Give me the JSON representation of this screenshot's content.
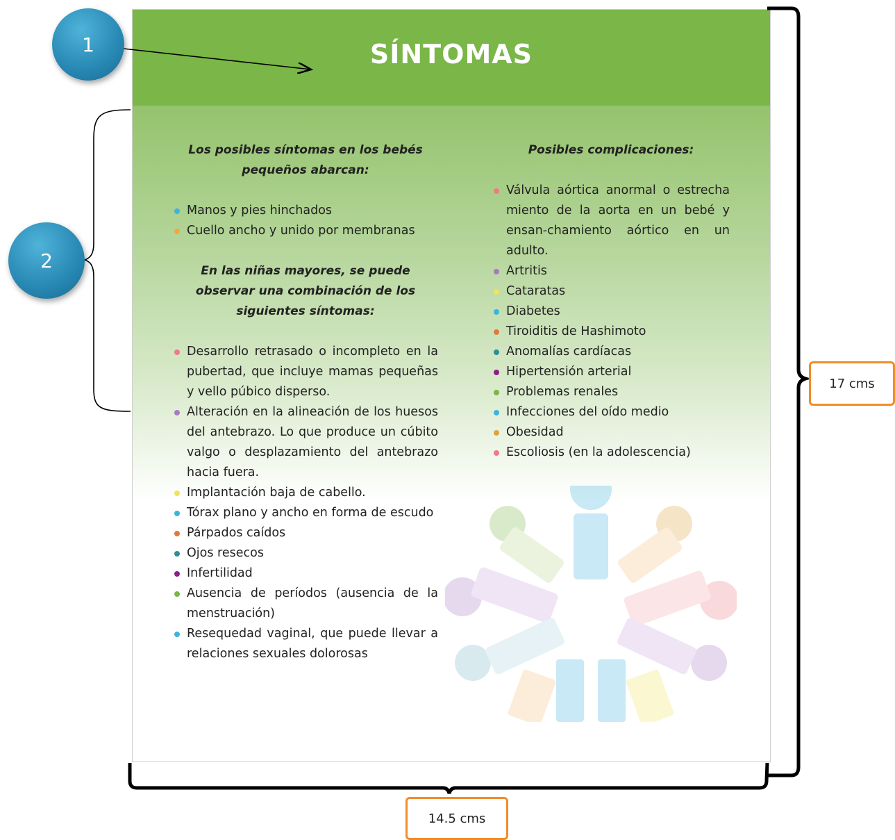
{
  "title": "SÍNTOMAS",
  "left_column": {
    "heading_1": "Los posibles síntomas en los bebés pequeños abarcan:",
    "items_1": [
      {
        "text": "Manos y pies hinchados",
        "color": "#3db4dc"
      },
      {
        "text": "Cuello ancho y unido por membranas",
        "color": "#f2a93b"
      }
    ],
    "heading_2": "En las niñas mayores, se puede observar una combinación de los siguientes síntomas:",
    "items_2": [
      {
        "text": "Desarrollo retrasado o incompleto en la pubertad, que incluye mamas pequeñas y vello púbico disperso.",
        "color": "#f07a86"
      },
      {
        "text": "Alteración en la alineación de los huesos del antebrazo. Lo que produce un cúbito valgo o desplazamiento del antebrazo hacia fuera.",
        "color": "#a77bbf"
      },
      {
        "text": "Implantación baja de cabello.",
        "color": "#f3e35c"
      },
      {
        "text": "Tórax plano y ancho en forma de escudo",
        "color": "#3db4dc"
      },
      {
        "text": "Párpados caídos",
        "color": "#e07a3b"
      },
      {
        "text": "Ojos resecos",
        "color": "#2e8f96"
      },
      {
        "text": "Infertilidad",
        "color": "#8e1f8a"
      },
      {
        "text": "Ausencia de períodos (ausencia de la menstruación)",
        "color": "#7ab648"
      },
      {
        "text": "Resequedad vaginal, que puede llevar a relaciones sexuales dolorosas",
        "color": "#3db4dc"
      }
    ]
  },
  "right_column": {
    "heading": "Posibles complicaciones:",
    "items": [
      {
        "text": "Válvula aórtica anormal o estrecha miento de la aorta en un bebé y ensan-chamiento aórtico en un adulto.",
        "color": "#f07a86"
      },
      {
        "text": "Artritis",
        "color": "#a77bbf"
      },
      {
        "text": "Cataratas",
        "color": "#f3e35c"
      },
      {
        "text": "Diabetes",
        "color": "#3db4dc"
      },
      {
        "text": "Tiroiditis de Hashimoto",
        "color": "#e07a3b"
      },
      {
        "text": "Anomalías cardíacas",
        "color": "#2e8f96"
      },
      {
        "text": "Hipertensión arterial",
        "color": "#8e1f8a"
      },
      {
        "text": "Problemas renales",
        "color": "#7ab648"
      },
      {
        "text": "Infecciones del oído medio",
        "color": "#3db4dc"
      },
      {
        "text": "Obesidad",
        "color": "#e0a23b"
      },
      {
        "text": "Escoliosis (en la adolescencia)",
        "color": "#f07a86"
      }
    ]
  },
  "callouts": {
    "one": "1",
    "two": "2"
  },
  "dimensions": {
    "height": "17 cms",
    "width": "14.5 cms"
  },
  "colors": {
    "title_green": "#7ab648",
    "callout_blue": "#2788b3",
    "dimension_orange": "#f08c2c"
  },
  "watermark_icon": "people-circle-icon"
}
